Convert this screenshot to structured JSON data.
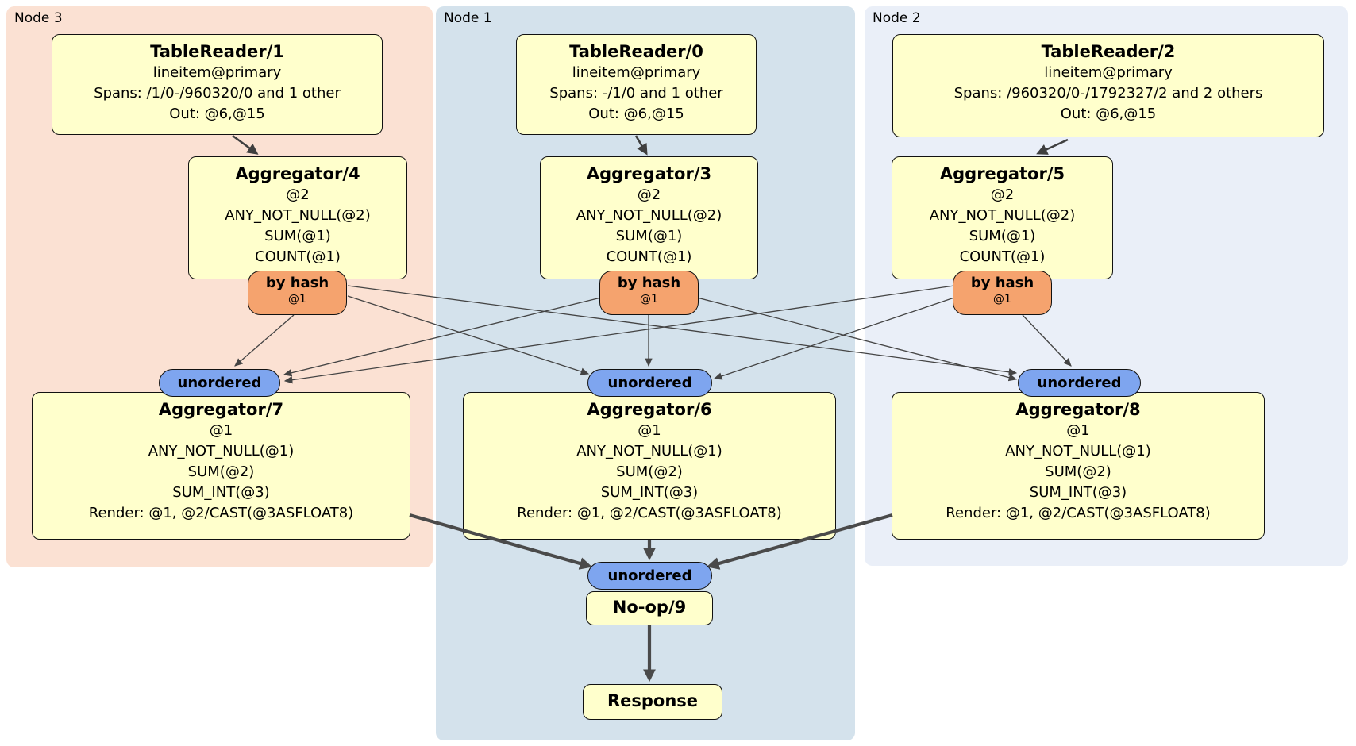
{
  "panels": [
    {
      "label": "Node 3"
    },
    {
      "label": "Node 1"
    },
    {
      "label": "Node 2"
    }
  ],
  "processors": [
    {
      "title": "TableReader/1",
      "lines": [
        "lineitem@primary",
        "Spans: /1/0-/960320/0 and 1 other",
        "Out: @6,@15"
      ]
    },
    {
      "title": "TableReader/0",
      "lines": [
        "lineitem@primary",
        "Spans: -/1/0 and 1 other",
        "Out: @6,@15"
      ]
    },
    {
      "title": "TableReader/2",
      "lines": [
        "lineitem@primary",
        "Spans: /960320/0-/1792327/2 and 2 others",
        "Out: @6,@15"
      ]
    },
    {
      "title": "Aggregator/4",
      "lines": [
        "@2",
        "ANY_NOT_NULL(@2)",
        "SUM(@1)",
        "COUNT(@1)"
      ]
    },
    {
      "title": "Aggregator/3",
      "lines": [
        "@2",
        "ANY_NOT_NULL(@2)",
        "SUM(@1)",
        "COUNT(@1)"
      ]
    },
    {
      "title": "Aggregator/5",
      "lines": [
        "@2",
        "ANY_NOT_NULL(@2)",
        "SUM(@1)",
        "COUNT(@1)"
      ]
    },
    {
      "title": "Aggregator/7",
      "lines": [
        "@1",
        "ANY_NOT_NULL(@1)",
        "SUM(@2)",
        "SUM_INT(@3)",
        "Render: @1, @2/CAST(@3ASFLOAT8)"
      ]
    },
    {
      "title": "Aggregator/6",
      "lines": [
        "@1",
        "ANY_NOT_NULL(@1)",
        "SUM(@2)",
        "SUM_INT(@3)",
        "Render: @1, @2/CAST(@3ASFLOAT8)"
      ]
    },
    {
      "title": "Aggregator/8",
      "lines": [
        "@1",
        "ANY_NOT_NULL(@1)",
        "SUM(@2)",
        "SUM_INT(@3)",
        "Render: @1, @2/CAST(@3ASFLOAT8)"
      ]
    },
    {
      "title": "No-op/9",
      "lines": []
    },
    {
      "title": "Response",
      "lines": []
    }
  ],
  "routers": [
    {
      "label": "by hash",
      "detail": "@1"
    },
    {
      "label": "by hash",
      "detail": "@1"
    },
    {
      "label": "by hash",
      "detail": "@1"
    }
  ],
  "syncs": [
    {
      "label": "unordered"
    },
    {
      "label": "unordered"
    },
    {
      "label": "unordered"
    },
    {
      "label": "unordered"
    }
  ],
  "colors": {
    "panel_node3": "#fbe1d3",
    "panel_node1": "#d4e2ec",
    "panel_node2": "#eaeff8",
    "processor_fill": "#ffffcc",
    "router_fill": "#f5a36e",
    "sync_fill": "#7ea5ef",
    "edge": "#444444",
    "text": "#000000"
  }
}
